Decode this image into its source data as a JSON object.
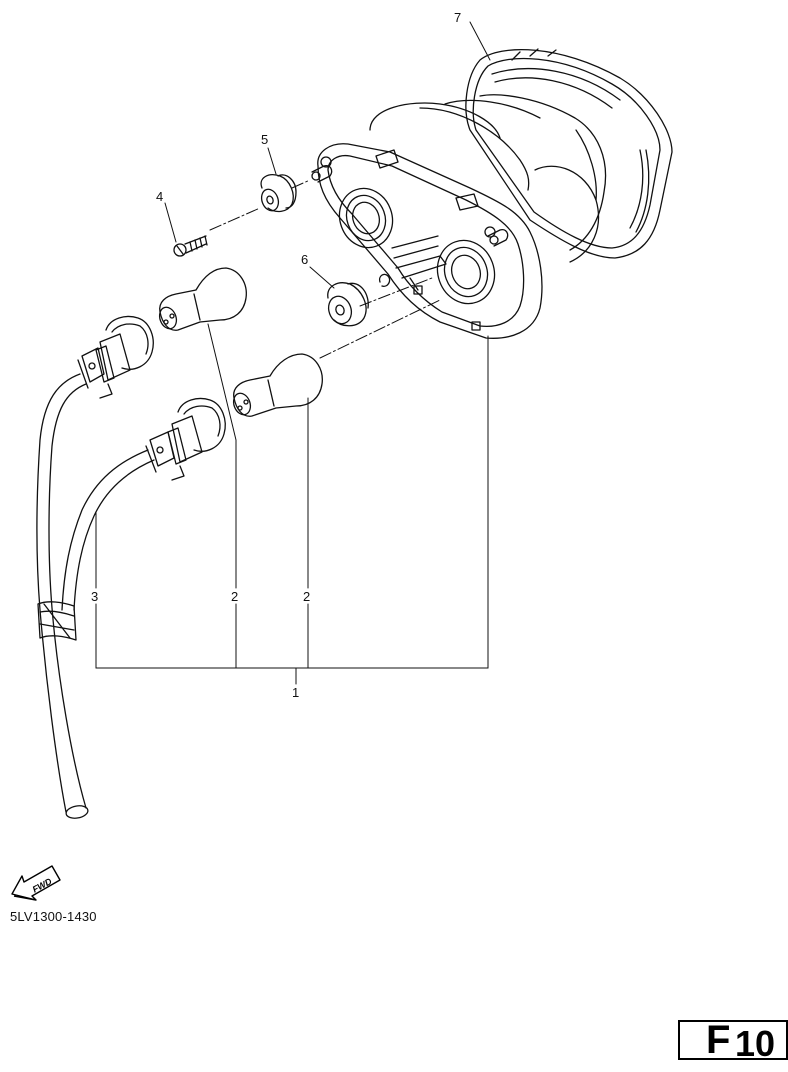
{
  "callouts": {
    "c1": "1",
    "c2a": "2",
    "c2b": "2",
    "c3": "3",
    "c4": "4",
    "c5": "5",
    "c6": "6",
    "c7": "7"
  },
  "fwd_label": "FWD",
  "part_code": "5LV1300-1430",
  "page": {
    "letter": "F",
    "number": "10"
  },
  "colors": {
    "line": "#111111",
    "background": "#ffffff"
  }
}
